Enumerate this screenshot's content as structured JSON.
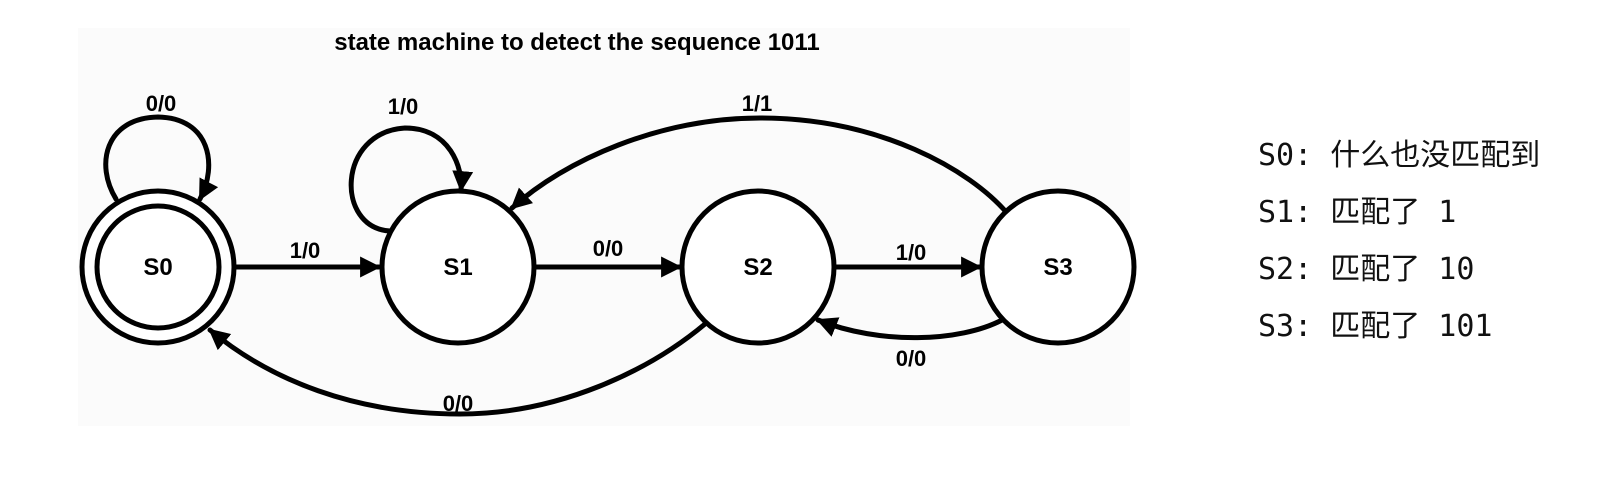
{
  "title": "state machine to detect  the sequence 1011",
  "states": [
    {
      "id": "S0",
      "label": "S0",
      "accepting": true
    },
    {
      "id": "S1",
      "label": "S1",
      "accepting": false
    },
    {
      "id": "S2",
      "label": "S2",
      "accepting": false
    },
    {
      "id": "S3",
      "label": "S3",
      "accepting": false
    }
  ],
  "transitions": [
    {
      "from": "S0",
      "to": "S0",
      "label": "0/0"
    },
    {
      "from": "S0",
      "to": "S1",
      "label": "1/0"
    },
    {
      "from": "S1",
      "to": "S1",
      "label": "1/0"
    },
    {
      "from": "S1",
      "to": "S2",
      "label": "0/0"
    },
    {
      "from": "S2",
      "to": "S3",
      "label": "1/0"
    },
    {
      "from": "S3",
      "to": "S1",
      "label": "1/1"
    },
    {
      "from": "S3",
      "to": "S2",
      "label": "0/0"
    },
    {
      "from": "S2",
      "to": "S0",
      "label": "0/0"
    }
  ],
  "legend": [
    {
      "text": "S0: 什么也没匹配到"
    },
    {
      "text": "S1: 匹配了 1"
    },
    {
      "text": "S2: 匹配了 10"
    },
    {
      "text": "S3: 匹配了 101"
    }
  ]
}
